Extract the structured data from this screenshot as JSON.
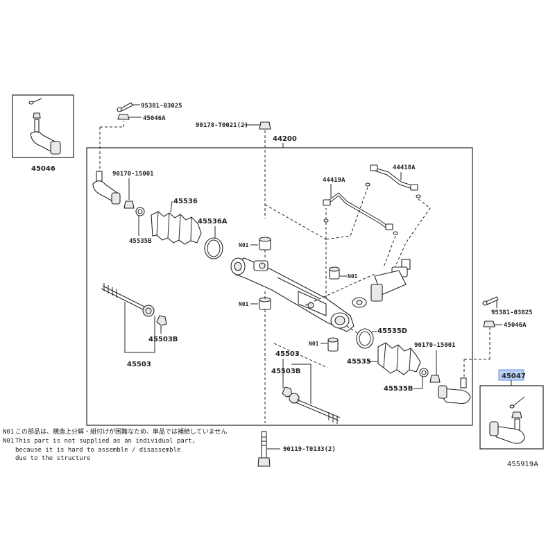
{
  "labels": {
    "p45046": "45046",
    "p95381_top": "95381-03025",
    "p45046A_top": "45046A",
    "p90178": "90178-T0021(2)",
    "p44200": "44200",
    "p90170_left": "90170-15001",
    "p45536": "45536",
    "p45536A": "45536A",
    "p45535B_left": "45535B",
    "n01_a": "N01",
    "n01_b": "N01",
    "n01_c": "N01",
    "n01_d": "N01",
    "p44419A": "44419A",
    "p44418A": "44418A",
    "p45503B_left": "45503B",
    "p45503_left": "45503",
    "p45503_mid": "45503",
    "p45503B_mid": "45503B",
    "p45535D": "45535D",
    "p45535": "45535",
    "p90170_right": "90170-15001",
    "p45535B_right": "45535B",
    "p95381_right": "95381-03025",
    "p45046A_right": "45046A",
    "p45047": "45047",
    "p90119": "90119-T0133(2)"
  },
  "notes": {
    "line1_code": "N01",
    "line1_text": "この部品は、構造上分解・組付けが困難なため、単品では補給していません",
    "line2_code": "N01",
    "line2_text": "This part is not supplied as an individual part,",
    "line3_text": "because it is hard to assemble / disassemble",
    "line4_text": "due to the structure"
  },
  "figure_code": "455919A",
  "colors": {
    "highlight": "#b9d0f5",
    "ink": "#222222"
  }
}
